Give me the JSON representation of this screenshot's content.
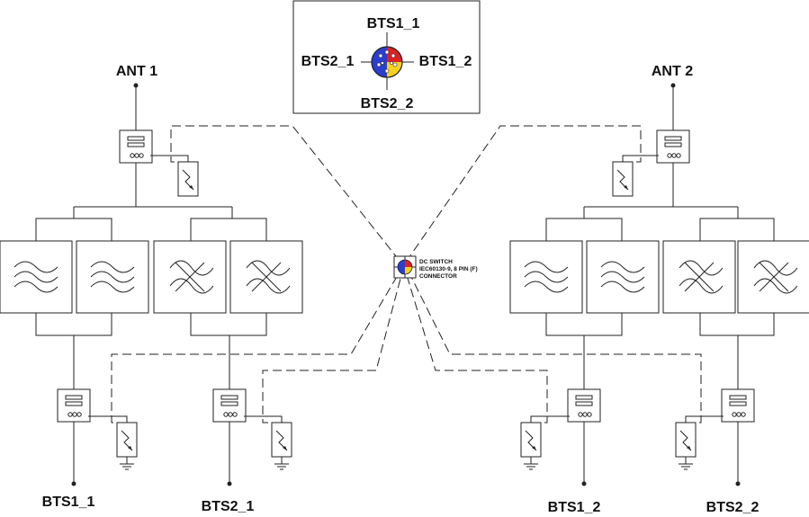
{
  "legend": {
    "top": "BTS1_1",
    "left": "BTS2_1",
    "right": "BTS1_2",
    "bottom": "BTS2_2"
  },
  "antennas": [
    "ANT 1",
    "ANT 2"
  ],
  "switch": {
    "line1": "DC SWITCH",
    "line2": "IEC60130-9, 8 PIN (F)",
    "line3": "CONNECTOR"
  },
  "ports": [
    "BTS1_1",
    "BTS2_1",
    "BTS1_2",
    "BTS2_2"
  ],
  "colors": {
    "line": "#222222",
    "connector_blue": "#2a3fd0",
    "connector_red": "#e02020",
    "connector_yellow": "#f7d21c"
  }
}
